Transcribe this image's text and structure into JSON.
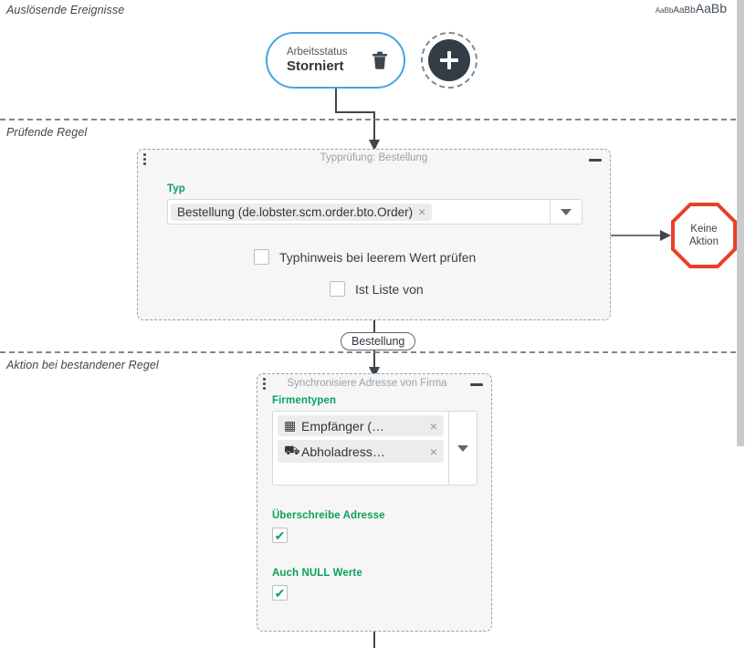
{
  "lanes": [
    {
      "label": "Auslösende Ereignisse"
    },
    {
      "label": "Prüfende Regel"
    },
    {
      "label": "Aktion bei bestandener Regel"
    }
  ],
  "font_sizes": {
    "small": "AaBb",
    "medium": "AaBb",
    "large": "AaBb"
  },
  "trigger": {
    "subtitle": "Arbeitsstatus",
    "title": "Storniert",
    "delete_icon": "trash-icon",
    "add_icon": "plus-icon"
  },
  "rule_panel": {
    "title": "Typprüfung: Bestellung",
    "minimize_label": "—",
    "field_label": "Typ",
    "selected_tag": "Bestellung (de.lobster.scm.order.bto.Order)",
    "remove_icon": "×",
    "dropdown_icon": "chevron-down-icon",
    "checkboxes": [
      {
        "label": "Typhinweis bei leerem Wert prüfen",
        "checked": false
      },
      {
        "label": "Ist Liste von",
        "checked": false
      }
    ]
  },
  "connector_pill": "Bestellung",
  "no_action": {
    "line1": "Keine",
    "line2": "Aktion",
    "color": "#e8402a"
  },
  "action_panel": {
    "title": "Synchronisiere Adresse von Firma",
    "minimize_label": "—",
    "field_label": "Firmentypen",
    "tags": [
      {
        "icon": "building-icon",
        "glyph": "▦",
        "label": "Empfänger (…",
        "remove_icon": "×"
      },
      {
        "icon": "forklift-icon",
        "glyph": "⛟",
        "label": "Abholadress…",
        "remove_icon": "×"
      }
    ],
    "dropdown_icon": "chevron-down-icon",
    "options": [
      {
        "label": "Überschreibe Adresse",
        "checked": true,
        "check_glyph": "✔"
      },
      {
        "label": "Auch NULL Werte",
        "checked": true,
        "check_glyph": "✔"
      }
    ]
  },
  "colors": {
    "accent_green": "#0aa15e",
    "node_blue": "#45a6e0",
    "stop_red": "#e8402a",
    "lane_gray": "#7e8892",
    "panel_bg": "#f6f6f6"
  }
}
